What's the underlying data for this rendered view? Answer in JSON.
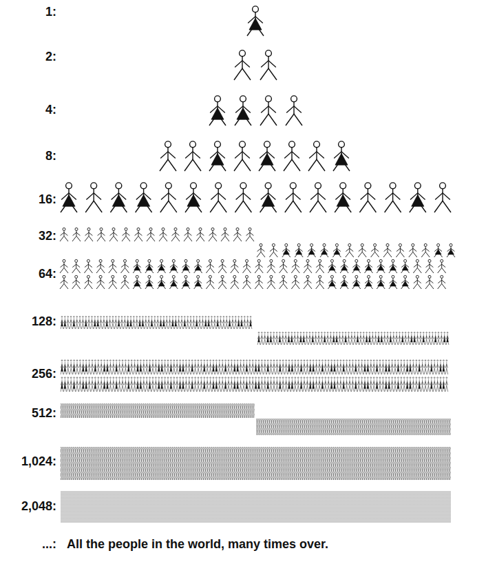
{
  "diagram": {
    "labels": [
      "1:",
      "2:",
      "4:",
      "8:",
      "16:",
      "32:",
      "64:",
      "128:",
      "256:",
      "512:",
      "1,024:",
      "2,048:",
      "...:",
      "All the people in the world, many times over."
    ]
  }
}
